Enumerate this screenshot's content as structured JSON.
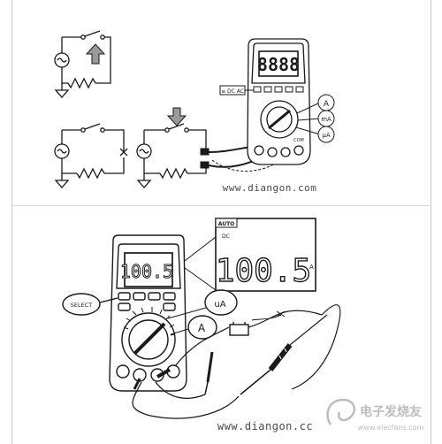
{
  "top_panel": {
    "meter_display": "8888",
    "mode_tag": "≡ DC AC",
    "range_labels": [
      "A",
      "mA",
      "μA"
    ],
    "terminal_label": "COM",
    "watermark": "www.diangon.com"
  },
  "bottom_panel": {
    "mode_badge": "AUTO",
    "coupling": "DC",
    "zoom_reading": "100.5",
    "zoom_unit": "A",
    "meter_reading": "100.5",
    "select_label": "SELECT",
    "callout_ua": "uA",
    "callout_a": "A",
    "watermark": "www.diangon.cc",
    "site_watermark": "电子发烧友",
    "site_url": "www.elecfans.com"
  },
  "colors": {
    "line": "#1a1a1a",
    "arrow_fill": "#9a9a9a",
    "watermark": "#4a4a4a",
    "site_watermark": "#bdbdbd"
  }
}
